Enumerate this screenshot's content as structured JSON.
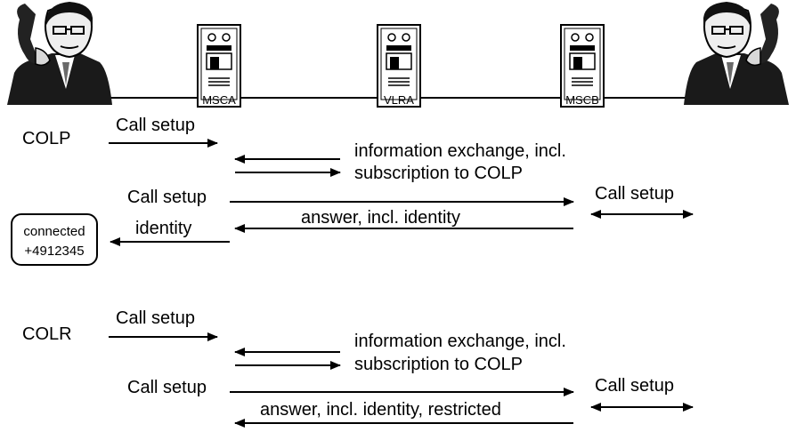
{
  "nodes": [
    {
      "id": "msca",
      "label": "MSCA"
    },
    {
      "id": "vlra",
      "label": "VLRA"
    },
    {
      "id": "mscb",
      "label": "MSCB"
    }
  ],
  "colp": {
    "section_label": "COLP",
    "call_setup_1": "Call setup",
    "info_exchange_line1": "information exchange, incl.",
    "info_exchange_line2": "subscription to COLP",
    "call_setup_2": "Call setup",
    "call_setup_3": "Call setup",
    "identity": "identity",
    "answer": "answer, incl. identity",
    "display_line1": "connected",
    "display_line2": "+4912345"
  },
  "colr": {
    "section_label": "COLR",
    "call_setup_1": "Call setup",
    "info_exchange_line1": "information exchange, incl.",
    "info_exchange_line2": "subscription to COLP",
    "call_setup_2": "Call setup",
    "call_setup_3": "Call setup",
    "answer": "answer, incl. identity, restricted"
  }
}
